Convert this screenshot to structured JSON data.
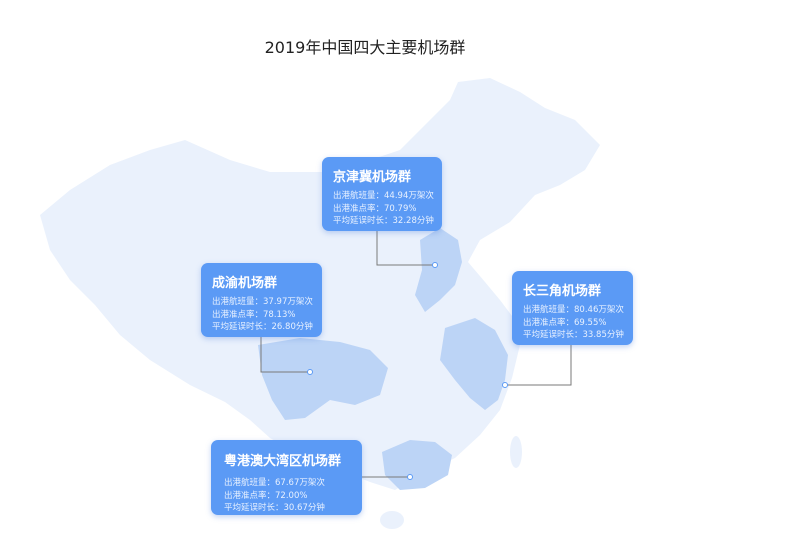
{
  "title": "2019年中国四大主要机场群",
  "colors": {
    "land": "#eaf1fc",
    "region": "#bcd4f6",
    "card": "#5b9af5",
    "connector": "#7a7a7a"
  },
  "groups": [
    {
      "name": "京津冀机场群",
      "flights_label": "出港航班量：",
      "flights": "44.94万架次",
      "ontime_label": "出港准点率：",
      "ontime": "70.79%",
      "delay_label": "平均延误时长：",
      "delay": "32.28分钟"
    },
    {
      "name": "成渝机场群",
      "flights_label": "出港航班量：",
      "flights": "37.97万架次",
      "ontime_label": "出港准点率：",
      "ontime": "78.13%",
      "delay_label": "平均延误时长：",
      "delay": "26.80分钟"
    },
    {
      "name": "长三角机场群",
      "flights_label": "出港航班量：",
      "flights": "80.46万架次",
      "ontime_label": "出港准点率：",
      "ontime": "69.55%",
      "delay_label": "平均延误时长：",
      "delay": "33.85分钟"
    },
    {
      "name": "粤港澳大湾区机场群",
      "flights_label": "出港航班量：",
      "flights": "67.67万架次",
      "ontime_label": "出港准点率：",
      "ontime": "72.00%",
      "delay_label": "平均延误时长：",
      "delay": "30.67分钟"
    }
  ]
}
